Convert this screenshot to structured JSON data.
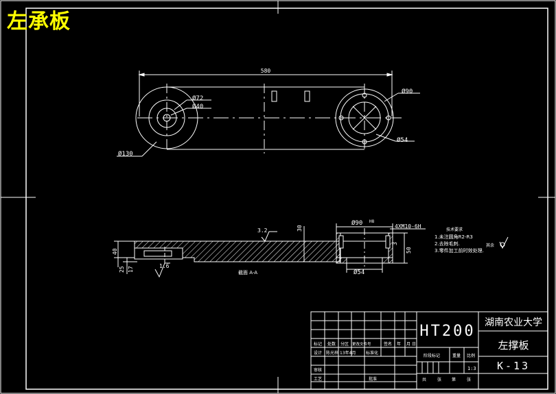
{
  "corner_title": "左承板",
  "top_view": {
    "dim_length": "580",
    "dim_d72": "Ø72",
    "dim_d40": "Ø40",
    "dim_d130": "Ø130",
    "dim_d90": "Ø90",
    "dim_d54": "Ø54"
  },
  "section_view": {
    "dim_d90_top": "Ø90",
    "fit_mark": "H8",
    "thread_callout": "4XM10-6H",
    "roughness_32": "3.2",
    "roughness_16": "1.6",
    "dim_30": "30",
    "dim_40": "40",
    "dim_25": "25",
    "dim_17": "17",
    "dim_3": "3",
    "dim_50": "50",
    "dim_d54_bottom": "Ø54",
    "section_label": "截面  A-A",
    "tech_req_title": "技术要求",
    "tech_req_items": [
      "1.未注圆角R2-R3",
      "2.去除毛刺.",
      "3.零件加工前时效处理."
    ],
    "other_roughness": "其余"
  },
  "title_block": {
    "material": "HT200",
    "university": "湖南农业大学",
    "part_name": "左撑板",
    "drawing_no": "K-13",
    "header_labels": [
      "标记",
      "处数",
      "分区",
      "更改文件号",
      "签名",
      "年",
      "月",
      "日"
    ],
    "design_row": [
      "设计",
      "陈光梓",
      "13年4月",
      "标准化"
    ],
    "stage_label": "阶段标记",
    "weight_label": "重量",
    "scale_label": "比例",
    "scale_value": "1:3",
    "review_label": "审核",
    "process_label": "工艺",
    "approve_label": "批准",
    "sheet_labels": [
      "共",
      "张",
      "第",
      "张"
    ]
  }
}
